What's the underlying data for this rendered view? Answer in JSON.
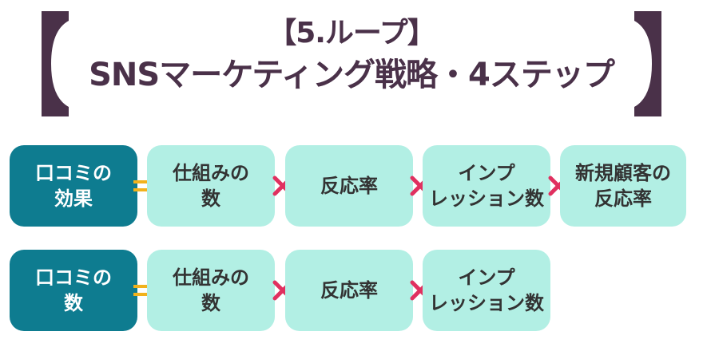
{
  "title": {
    "line1": "【5.ループ】",
    "line2": "SNSマーケティング戦略・4ステップ"
  },
  "colors": {
    "title_text": "#4a3149",
    "result_box": "#0e7c90",
    "factor_box": "#b2efe4",
    "equals_sign": "#f2b21c",
    "times_sign": "#e0305f"
  },
  "formulas": [
    {
      "result": "口コミの\n効果",
      "operator_equals": "=",
      "factors": [
        "仕組みの\n数",
        "反応率",
        "インプ\nレッション数",
        "新規顧客の\n反応率"
      ]
    },
    {
      "result": "口コミの\n数",
      "operator_equals": "=",
      "factors": [
        "仕組みの\n数",
        "反応率",
        "インプ\nレッション数"
      ]
    }
  ]
}
